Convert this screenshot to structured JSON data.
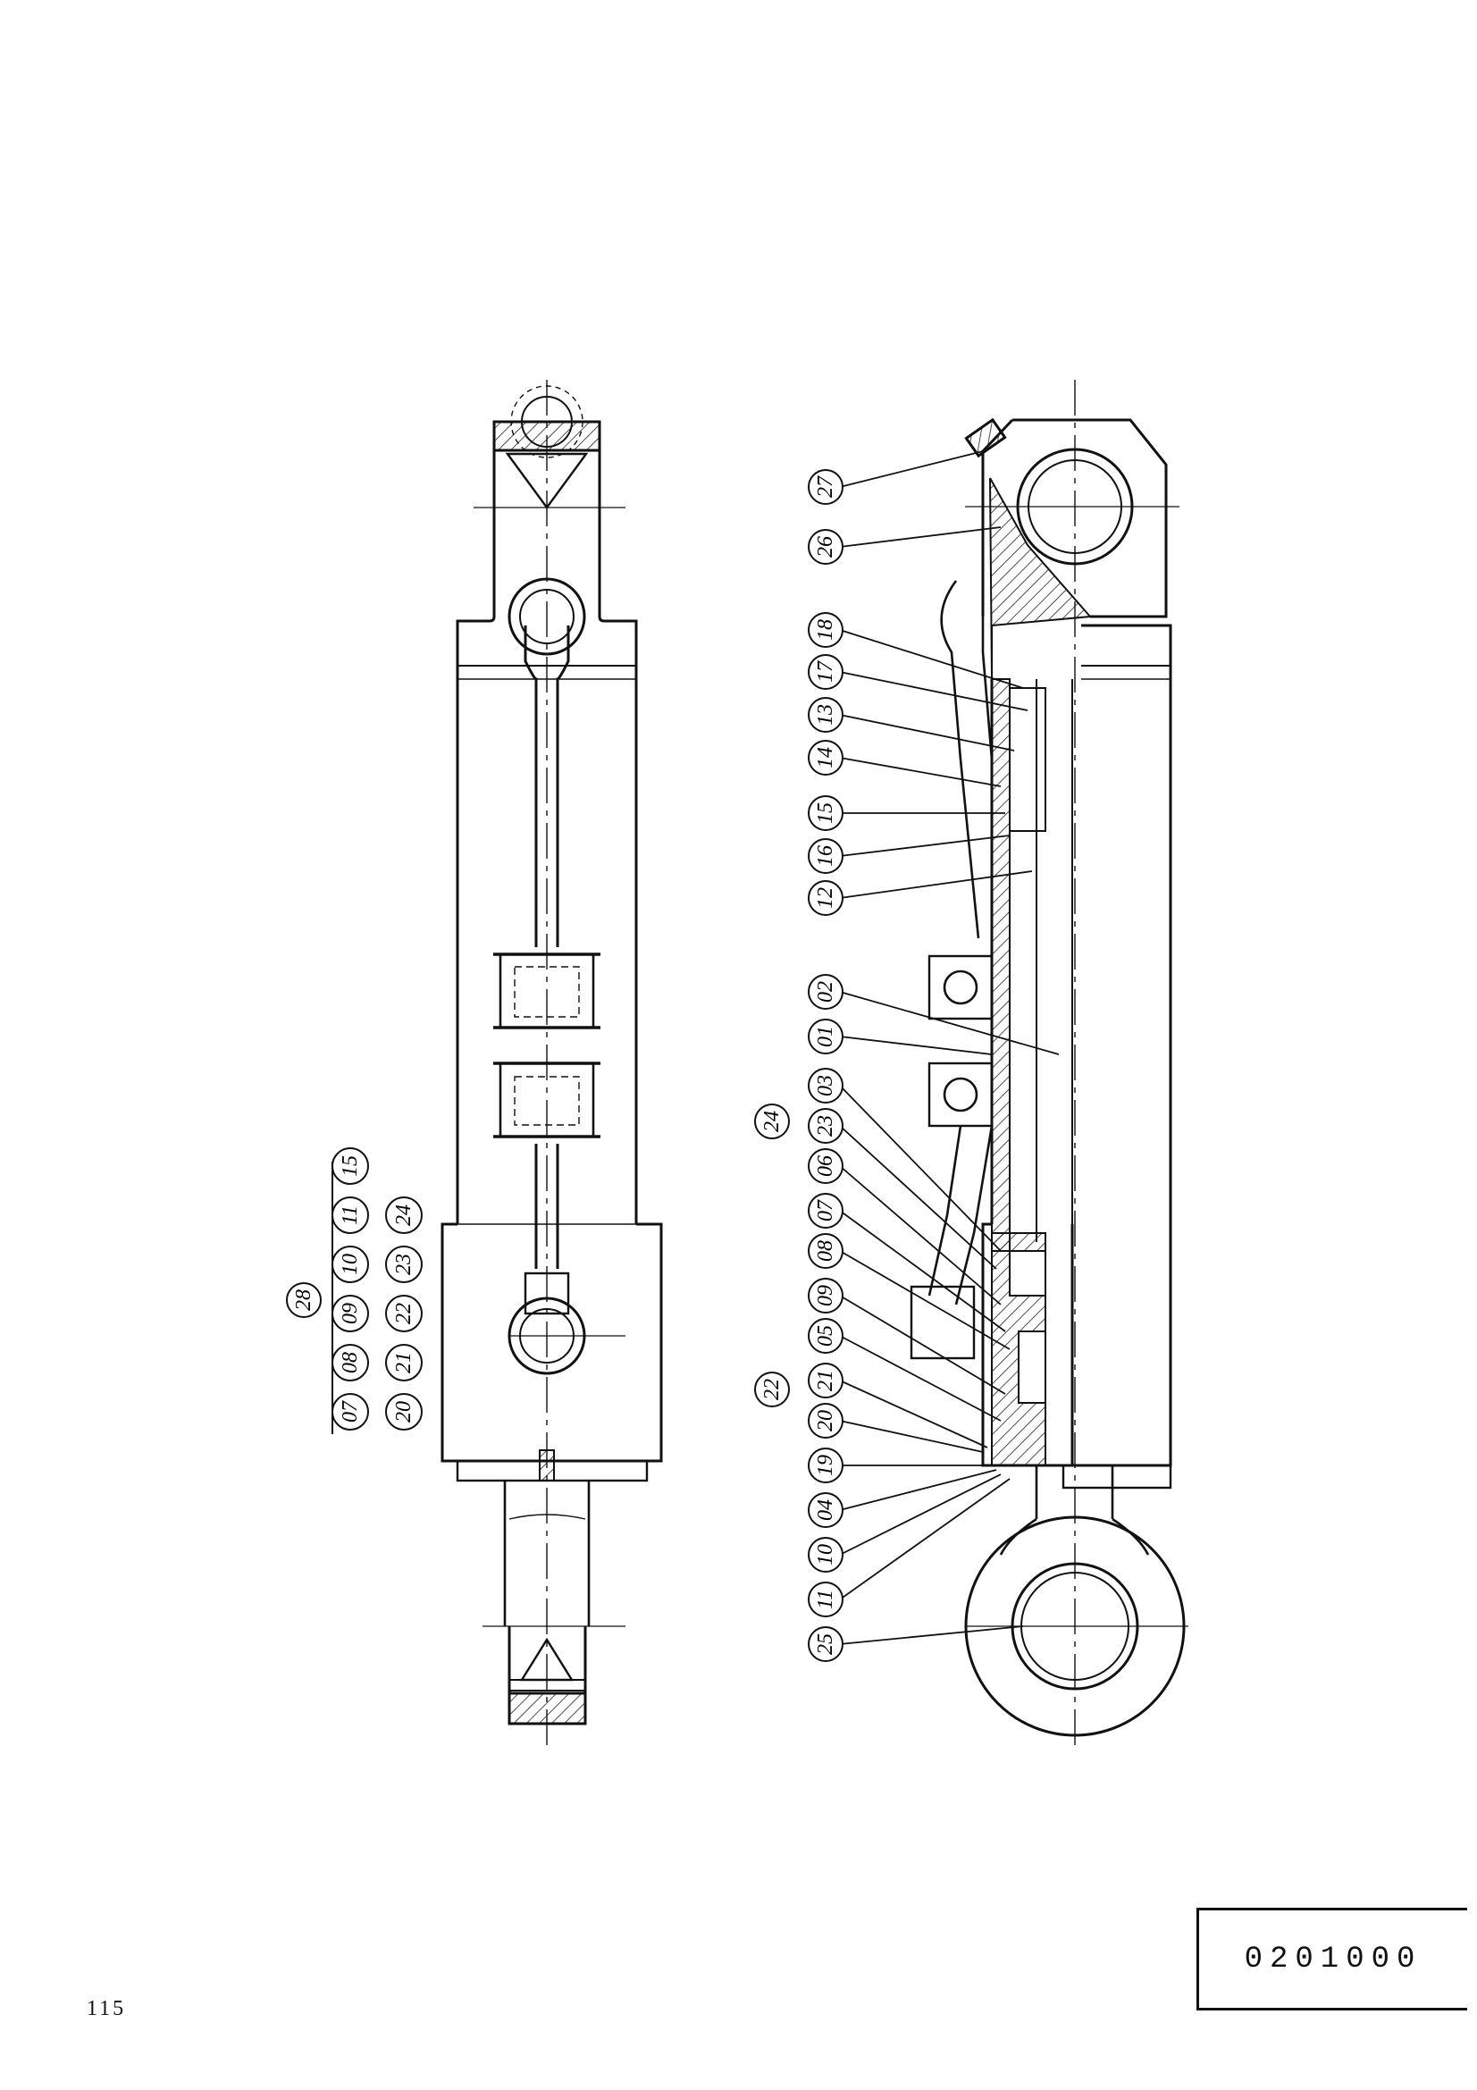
{
  "page_number": "115",
  "drawing_code": "0201000",
  "left_view": {
    "assembly_balloon": "28",
    "kit_rows": [
      [
        "07",
        "08",
        "09",
        "10",
        "11",
        "15"
      ],
      [
        "20",
        "21",
        "22",
        "23",
        "24"
      ]
    ]
  },
  "right_view": {
    "callouts": [
      "27",
      "26",
      "18",
      "17",
      "13",
      "14",
      "15",
      "16",
      "12",
      "02",
      "01",
      "03",
      "23",
      "06",
      "07",
      "08",
      "09",
      "05",
      "21",
      "20",
      "19",
      "04",
      "10",
      "11",
      "25"
    ],
    "group_balloons": [
      "24",
      "22"
    ]
  }
}
